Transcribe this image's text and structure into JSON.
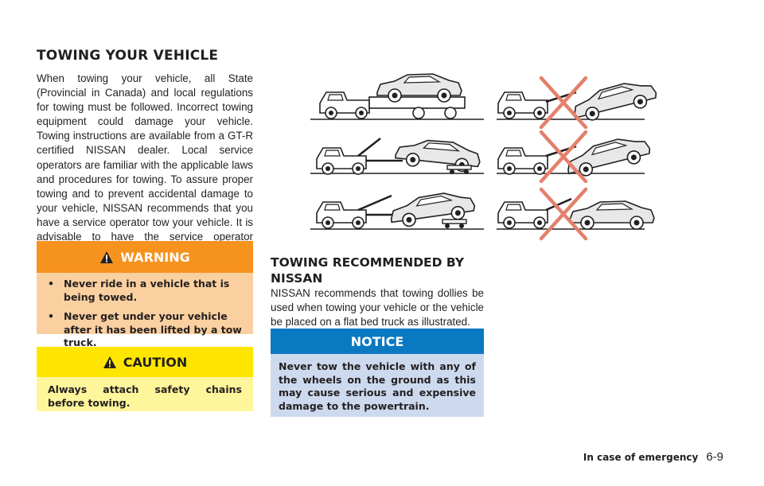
{
  "section_title": "TOWING YOUR VEHICLE",
  "intro_text": "When towing your vehicle, all State (Provincial in Canada) and local regulations for towing must be followed. Incorrect towing equipment could damage your vehicle. Towing instructions are available from a GT-R certified NISSAN dealer. Local service operators are familiar with the applicable laws and procedures for towing. To assure proper towing and to prevent accidental damage to your vehicle, NISSAN recommends that you have a service operator tow your vehicle. It is advisable to have the service operator carefully read the following precau-tions.",
  "warning": {
    "title": "WARNING",
    "items": [
      "Never ride in a vehicle that is being towed.",
      "Never get under your vehicle after it has been lifted by a tow truck."
    ],
    "color_header": "#f6921e",
    "color_body": "#fbd0a0"
  },
  "caution": {
    "title": "CAUTION",
    "text": "Always attach safety chains before towing.",
    "color_header": "#ffe600",
    "color_body": "#fff59a"
  },
  "subsection_title": "TOWING RECOMMENDED BY NISSAN",
  "recommended_text": "NISSAN recommends that towing dollies be used when towing your vehicle or the vehicle be placed on a flat bed truck as illustrated.",
  "notice": {
    "title": "NOTICE",
    "text": "Never tow the vehicle with any of the wheels on the ground as this may cause serious and expensive damage to the powertrain.",
    "color_header": "#0a79c2",
    "color_body": "#cdd9ee"
  },
  "footer": {
    "section": "In case of emergency",
    "page": "6-9"
  },
  "illustration": {
    "correct_methods": [
      "flatbed-truck",
      "wheel-lift-with-dolly",
      "wheel-lift-with-dolly"
    ],
    "incorrect_methods": [
      "wheel-lift-front-wheels-on-ground",
      "wheel-lift-rear-wheels-on-ground",
      "sling-tow"
    ],
    "x_mark_color": "#e3806b"
  }
}
